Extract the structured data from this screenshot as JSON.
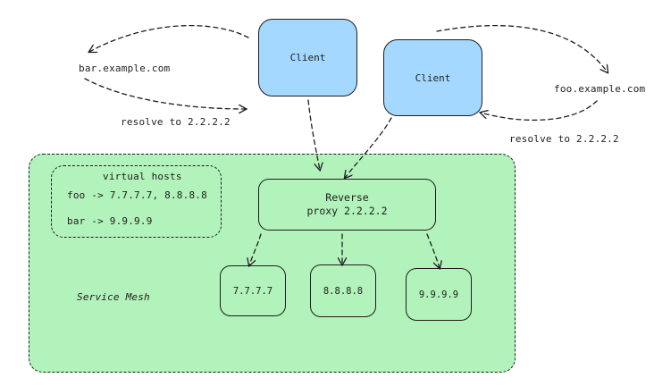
{
  "clients": [
    {
      "label": "Client"
    },
    {
      "label": "Client"
    }
  ],
  "hosts": {
    "bar": "bar.example.com",
    "foo": "foo.example.com"
  },
  "resolve_labels": {
    "left": "resolve to 2.2.2.2",
    "right": "resolve to 2.2.2.2"
  },
  "virtual_hosts": {
    "title": "virtual hosts",
    "foo_line": "foo -> 7.7.7.7, 8.8.8.8",
    "bar_line": "bar -> 9.9.9.9"
  },
  "proxy": {
    "line1": "Reverse",
    "line2": "proxy 2.2.2.2"
  },
  "backends": [
    "7.7.7.7",
    "8.8.8.8",
    "9.9.9.9"
  ],
  "mesh_label": "Service Mesh",
  "colors": {
    "client_fill": "#a5d8ff",
    "mesh_fill": "#b2f2bb",
    "stroke": "#1e1e1e"
  }
}
